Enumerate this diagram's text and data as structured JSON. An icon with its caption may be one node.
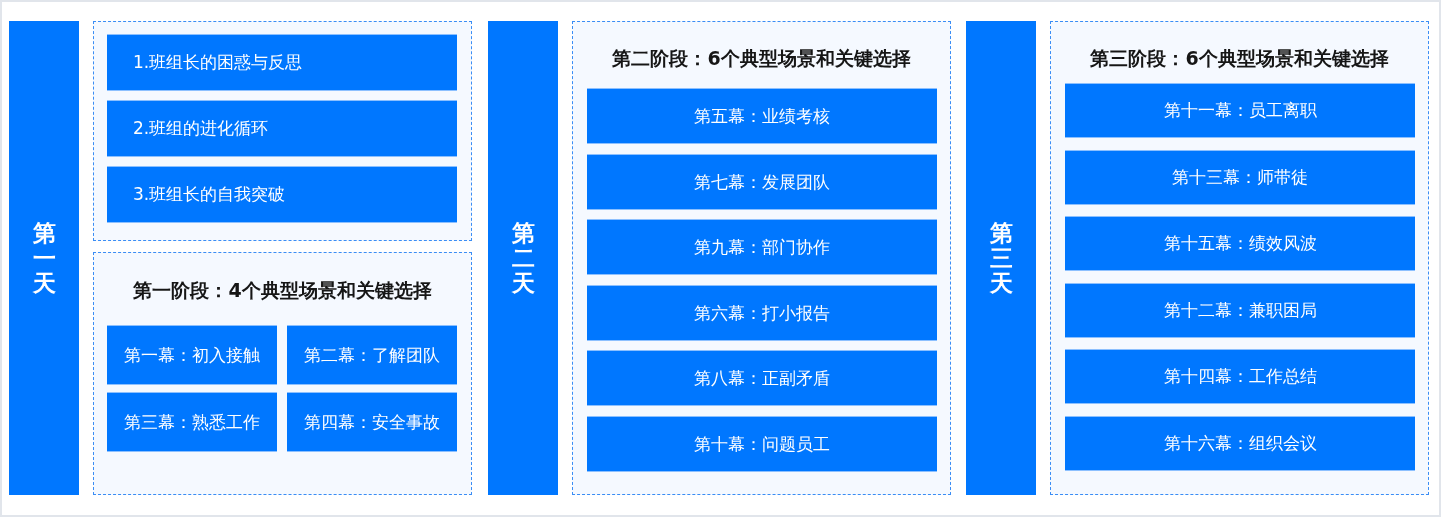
{
  "diagram": {
    "nodes": [
      {
        "text": [
          "第一天"
        ]
      },
      {
        "text": [],
        "shape": "box"
      },
      {
        "text": [
          "1.班组长的困惑与反思"
        ],
        "in": 1
      },
      {
        "text": [
          "2.班组的进化循环"
        ],
        "in": 1
      },
      {
        "text": [
          "3.班组长的自我突破"
        ],
        "in": 1
      },
      {
        "text": [
          "第一阶段：4个典型场景和关键选择"
        ]
      },
      {
        "text": [
          "第一幕：初入接触"
        ],
        "in": 5
      },
      {
        "text": [
          "第二幕：了解团队"
        ],
        "in": 5
      },
      {
        "text": [
          "第三幕：熟悉工作"
        ],
        "in": 5
      },
      {
        "text": [
          "第四幕：安全事故"
        ],
        "in": 5
      },
      {
        "text": [
          "第二天"
        ]
      },
      {
        "text": [
          "第二阶段：6个典型场景和关键选择"
        ]
      },
      {
        "text": [
          "第五幕：业绩考核"
        ],
        "in": 11
      },
      {
        "text": [
          "第七幕：发展团队"
        ],
        "in": 11
      },
      {
        "text": [
          "第九幕：部门协作"
        ],
        "in": 11
      },
      {
        "text": [
          "第六幕：打小报告"
        ],
        "in": 11
      },
      {
        "text": [
          "第八幕：正副矛盾"
        ],
        "in": 11
      },
      {
        "text": [
          "第十幕：问题员工"
        ],
        "in": 11
      },
      {
        "text": [
          "第三天"
        ]
      },
      {
        "text": [
          "第三阶段：6个典型场景和关键选择"
        ]
      },
      {
        "text": [
          "第十一幕：员工离职"
        ],
        "in": 19
      },
      {
        "text": [
          "第十三幕：师带徒"
        ],
        "in": 19
      },
      {
        "text": [
          "第十五幕：绩效风波"
        ],
        "in": 19
      },
      {
        "text": [
          "第十二幕：兼职困局"
        ],
        "in": 19
      },
      {
        "text": [
          "第十四幕：工作总结"
        ],
        "in": 19
      },
      {
        "text": [
          "第十六幕：组织会议"
        ],
        "in": 19
      }
    ]
  }
}
